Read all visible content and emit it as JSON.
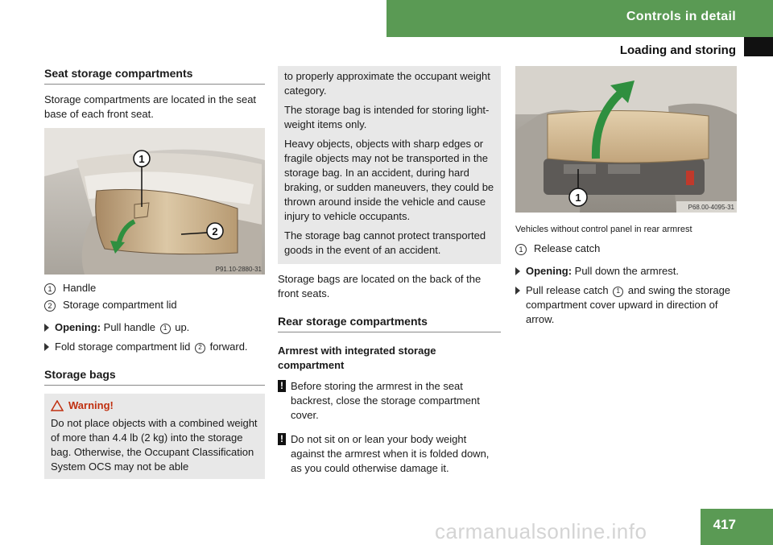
{
  "header": {
    "section": "Controls in detail",
    "subsection": "Loading and storing",
    "page_number": "417"
  },
  "watermark": "carmanualsonline.info",
  "col1": {
    "heading": "Seat storage compartments",
    "intro": "Storage compartments are located in the seat base of each front seat.",
    "image_code": "P91.10-2880-31",
    "callouts": [
      "1",
      "2"
    ],
    "legend": [
      {
        "num": "1",
        "text": "Handle"
      },
      {
        "num": "2",
        "text": "Storage compartment lid"
      }
    ],
    "steps": [
      {
        "bold": "Opening:",
        "pre": " Pull handle ",
        "ref": "1",
        "post": " up."
      },
      {
        "bold": "",
        "pre": "Fold storage compartment lid ",
        "ref": "2",
        "post": " forward."
      }
    ],
    "heading2": "Storage bags",
    "warning_title": "Warning!",
    "warning_text": "Do not place objects with a combined weight of more than 4.4 lb (2 kg) into the storage bag. Otherwise, the Occupant Classification System OCS may not be able"
  },
  "col2": {
    "box": [
      "to properly approximate the occupant weight category.",
      "The storage bag is intended for storing light-weight items only.",
      "Heavy objects, objects with sharp edges or fragile objects may not be transported in the storage bag. In an accident, during hard braking, or sudden maneuvers, they could be thrown around inside the vehicle and cause injury to vehicle occupants.",
      "The storage bag cannot protect transported goods in the event of an accident."
    ],
    "after_box": "Storage bags are located on the back of the front seats.",
    "heading": "Rear storage compartments",
    "subheading": "Armrest with integrated storage compartment",
    "notes": [
      "Before storing the armrest in the seat backrest, close the storage compartment cover.",
      "Do not sit on or lean your body weight against the armrest when it is folded down, as you could otherwise damage it."
    ]
  },
  "col3": {
    "image_code": "P68.00-4095-31",
    "callout": "1",
    "caption": "Vehicles without control panel in rear armrest",
    "legend": [
      {
        "num": "1",
        "text": "Release catch"
      }
    ],
    "steps": [
      {
        "bold": "Opening:",
        "pre": " Pull down the armrest.",
        "ref": "",
        "post": ""
      },
      {
        "bold": "",
        "pre": "Pull release catch ",
        "ref": "1",
        "post": " and swing the storage compartment cover upward in direction of arrow."
      }
    ]
  },
  "colors": {
    "accent_green": "#5a9a54",
    "warning_red": "#c03010",
    "box_gray": "#e8e8e8"
  },
  "icons": [
    "step-triangle-icon",
    "warning-triangle-icon",
    "caution-exclamation-icon",
    "upward-arrow-icon",
    "downward-arrow-icon"
  ]
}
